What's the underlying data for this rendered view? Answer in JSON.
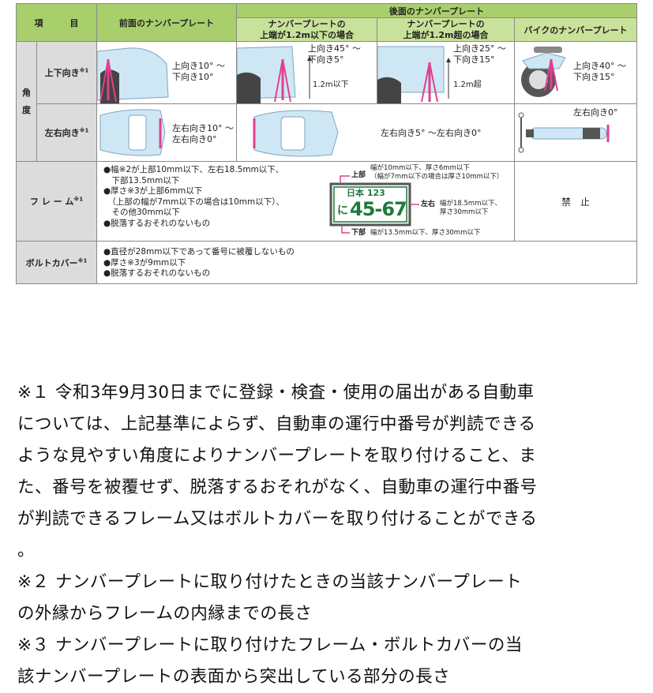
{
  "table": {
    "header": {
      "item_a": "項",
      "item_b": "目",
      "front": "前面のナンバープレート",
      "rear": "後面のナンバープレート",
      "rear_low_l1": "ナンバープレートの",
      "rear_low_l2": "上端が1.2m以下の場合",
      "rear_high_l1": "ナンバープレートの",
      "rear_high_l2": "上端が1.2m超の場合",
      "bike": "バイクのナンバープレート"
    },
    "angle": {
      "label_a": "角",
      "label_b": "度",
      "updown_label": "上下向き",
      "updown_note": "※1",
      "leftright_label": "左右向き",
      "leftright_note": "※1",
      "front_updown_1": "上向き10° ～",
      "front_updown_2": "下向き10°",
      "rear_low_updown_1": "上向き45° ～",
      "rear_low_updown_2": "下向き5°",
      "rear_low_height": "1.2m以下",
      "rear_high_updown_1": "上向き25° ～",
      "rear_high_updown_2": "下向き15°",
      "rear_high_height": "1.2m超",
      "bike_updown_1": "上向き40° ～",
      "bike_updown_2": "下向き15°",
      "front_lr_1": "左右向き10° ～",
      "front_lr_2": "左右向き0°",
      "rear_lr": "左右向き5° ～左右向き0°",
      "bike_lr": "左右向き0°"
    },
    "frame": {
      "label": "フ レ ー ム",
      "note": "※1",
      "items": [
        "●幅※2が上部10mm以下、左右18.5mm以下、",
        "　下部13.5mm以下",
        "●厚さ※3が上部6mm以下",
        "　（上部の幅が7mm以下の場合は10mm以下）、",
        "　その他30mm以下",
        "●脱落するおそれのないもの"
      ],
      "plate_top_tag": "上部",
      "plate_top_1": "幅が10mm以下、厚さ6mm以下",
      "plate_top_2": "（幅が7mm以下の場合は厚さ10mm以下）",
      "plate_side_tag": "左右",
      "plate_side_1": "幅が18.5mm以下、",
      "plate_side_2": "厚さ30mm以下",
      "plate_bottom_tag": "下部",
      "plate_bottom_1": "幅が13.5mm以下、厚さ30mm以下",
      "plate_region": "日本 123",
      "plate_kana": "に",
      "plate_number": "45-67",
      "bike_value": "禁　止"
    },
    "bolt": {
      "label": "ボルトカバー",
      "note": "※1",
      "items": [
        "●直径が28mm以下であって番号に被覆しないもの",
        "●厚さ※3が9mm以下",
        "●脱落するおそれのないもの"
      ]
    }
  },
  "footnotes": [
    "※１ 令和3年9月30日までに登録・検査・使用の届出がある自動車",
    "については、上記基準によらず、自動車の運行中番号が判読できる",
    "ような見やすい角度によりナンバープレートを取り付けること、ま",
    "た、番号を被覆せず、脱落するおそれがなく、自動車の運行中番号",
    "が判読できるフレーム又はボルトカバーを取り付けることができる",
    "。",
    "※２ ナンバープレートに取り付けたときの当該ナンバープレート",
    "の外縁からフレームの内縁までの長さ",
    "※３ ナンバープレートに取り付けたフレーム・ボルトカバーの当",
    "該ナンバープレートの表面から突出している部分の長さ"
  ],
  "colors": {
    "header_green": "#a9cf6d",
    "header_light_green": "#c8e29a",
    "label_gray": "#dcdcdc",
    "car_blue": "#cfe7f4",
    "accent_pink": "#e0408f",
    "plate_green": "#1e7a3c"
  }
}
